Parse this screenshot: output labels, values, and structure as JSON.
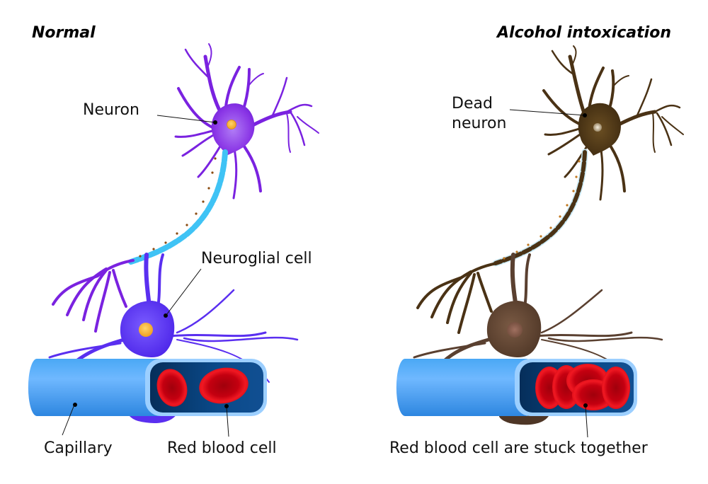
{
  "panels": {
    "normal": {
      "heading": "Normal",
      "labels": {
        "neuron": "Neuron",
        "neuroglial": "Neuroglial cell",
        "capillary": "Capillary",
        "rbc": "Red blood cell"
      }
    },
    "alcohol": {
      "heading": "Alcohol intoxication",
      "labels": {
        "dead_neuron_line1": "Dead",
        "dead_neuron_line2": "neuron",
        "rbc_stuck": "Red blood cell are stuck together"
      }
    }
  },
  "colors": {
    "normal_cell": "#7a22e0",
    "normal_glia": "#5a2ff0",
    "normal_myelin": "#3fc3f5",
    "dead_cell": "#4a3215",
    "dead_glia": "#5a4030",
    "capillary": "#3a9ae8",
    "capillary_inner": "#0a4a8a",
    "rbc": "#e0101a",
    "nucleus_normal": "#f5b530",
    "nucleus_dead": "#d9cdb5"
  }
}
